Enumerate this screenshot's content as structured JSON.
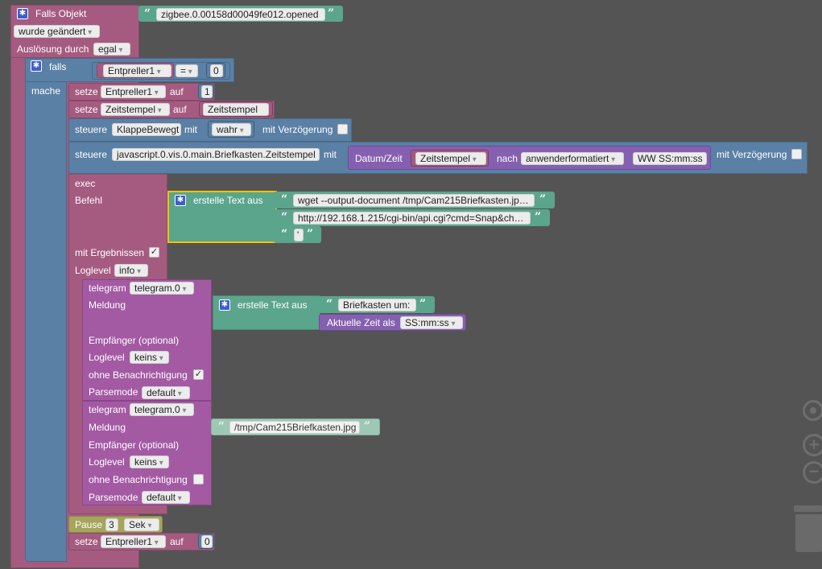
{
  "trigger": {
    "title": "Falls Objekt",
    "object_id": "zigbee.0.00158d00049fe012.opened",
    "condition": "wurde geändert",
    "triggered_by_label": "Auslösung durch",
    "triggered_by_value": "egal"
  },
  "if_block": {
    "if_label": "falls",
    "do_label": "mache",
    "var": "Entpreller1",
    "op": "=",
    "value": "0"
  },
  "set1": {
    "label": "setze",
    "var": "Entpreller1",
    "to_label": "auf",
    "value": "1"
  },
  "set2": {
    "label": "setze",
    "var": "Zeitstempel",
    "to_label": "auf",
    "value": "Zeitstempel"
  },
  "control1": {
    "label": "steuere",
    "target": "KlappeBewegt",
    "with_label": "mit",
    "value": "wahr",
    "delay_label": "mit Verzögerung"
  },
  "control2": {
    "label": "steuere",
    "target": "javascript.0.vis.0.main.Briefkasten.Zeitstempel",
    "with_label": "mit",
    "date_label": "Datum/Zeit",
    "date_var": "Zeitstempel",
    "after_label": "nach",
    "format_select": "anwenderformatiert",
    "format_text": "WW SS:mm:ss",
    "delay_label": "mit Verzögerung"
  },
  "exec": {
    "label": "exec",
    "command_label": "Befehl",
    "create_text_label": "erstelle Text aus",
    "texts": [
      "wget --output-document /tmp/Cam215Briefkasten.jp…",
      "http://192.168.1.215/cgi-bin/api.cgi?cmd=Snap&ch…",
      "'"
    ],
    "results_label": "mit Ergebnissen",
    "results_check": "✓",
    "loglevel_label": "Loglevel",
    "loglevel_value": "info"
  },
  "telegram1": {
    "label": "telegram",
    "instance": "telegram.0",
    "message_label": "Meldung",
    "create_text_label": "erstelle Text aus",
    "text1": "Briefkasten um:",
    "time_label": "Aktuelle Zeit als",
    "time_format": "SS:mm:ss",
    "recipient_label": "Empfänger (optional)",
    "loglevel_label": "Loglevel",
    "loglevel_value": "keins",
    "silent_label": "ohne Benachrichtigung",
    "silent_check": "✓",
    "parse_label": "Parsemode",
    "parse_value": "default"
  },
  "telegram2": {
    "label": "telegram",
    "instance": "telegram.0",
    "message_label": "Meldung",
    "message_text": "/tmp/Cam215Briefkasten.jpg",
    "recipient_label": "Empfänger (optional)",
    "loglevel_label": "Loglevel",
    "loglevel_value": "keins",
    "silent_label": "ohne Benachrichtigung",
    "parse_label": "Parsemode",
    "parse_value": "default"
  },
  "pause": {
    "label": "Pause",
    "value": "3",
    "unit": "Sek"
  },
  "set3": {
    "label": "setze",
    "var": "Entpreller1",
    "to_label": "auf",
    "value": "0"
  },
  "quote_open": "“",
  "quote_close": "”",
  "icons": [
    "gear-icon",
    "target-icon",
    "zoom-in-icon",
    "zoom-out-icon",
    "trash-icon"
  ]
}
